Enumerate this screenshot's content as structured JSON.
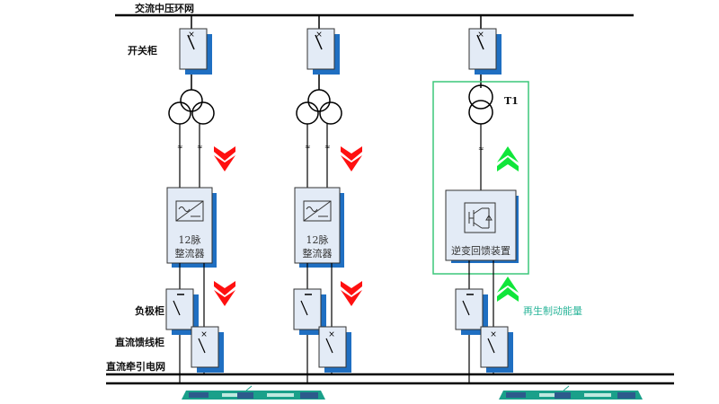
{
  "labels": {
    "ac_bus": "交流中压环网",
    "switchgear": "开关柜",
    "negative_cabinet": "负极柜",
    "dc_feeder_cabinet": "直流馈线柜",
    "dc_traction_grid": "直流牵引电网",
    "transformer_t1": "T1",
    "regen_energy": "再生制动能量"
  },
  "units": [
    {
      "type": "rectifier",
      "line1": "12脉",
      "line2": "整流器",
      "flow": "down"
    },
    {
      "type": "rectifier",
      "line1": "12脉",
      "line2": "整流器",
      "flow": "down"
    },
    {
      "type": "inverter",
      "line1": "逆变回馈装置",
      "flow": "up"
    }
  ],
  "colors": {
    "bus": "#000000",
    "cabinet_fill": "#e3ebf6",
    "cabinet_shadow": "#1f6fc2",
    "down_arrow": "#ff1010",
    "up_arrow": "#10e63a",
    "feedback_box": "#3cc77a",
    "train": "#1aa08a"
  }
}
